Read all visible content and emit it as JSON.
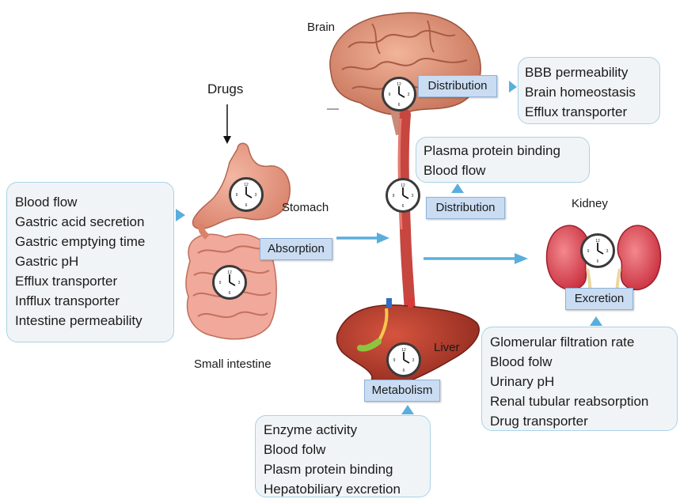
{
  "labels": {
    "brain": "Brain",
    "drugs": "Drugs",
    "stomach": "Stomach",
    "kidney": "Kidney",
    "liver": "Liver",
    "small_intestine": "Small intestine"
  },
  "stages": {
    "distribution_brain": "Distribution",
    "distribution_blood": "Distribution",
    "absorption": "Absorption",
    "metabolism": "Metabolism",
    "excretion": "Excretion"
  },
  "boxes": {
    "brain": [
      "BBB permeability",
      "Brain homeostasis",
      "Efflux transporter"
    ],
    "blood": [
      "Plasma protein binding",
      "Blood flow"
    ],
    "absorption": [
      "Blood flow",
      "Gastric acid secretion",
      "Gastric emptying time",
      "Gastric pH",
      "Efflux transporter",
      "Infflux transporter",
      "Intestine permeability"
    ],
    "kidney": [
      "Glomerular filtration rate",
      "Blood folw",
      "Urinary pH",
      "Renal tubular reabsorption",
      "Drug transporter"
    ],
    "liver": [
      "Enzyme activity",
      "Blood folw",
      "Plasm protein binding",
      "Hepatobiliary excretion"
    ]
  },
  "colors": {
    "box_border": "#a9d3e8",
    "box_fill": "#f1f4f6",
    "tag_fill": "#c9dcf2",
    "arrow": "#5aaedc",
    "organ_red": "#d8574a",
    "vessel": "#c7463f"
  }
}
